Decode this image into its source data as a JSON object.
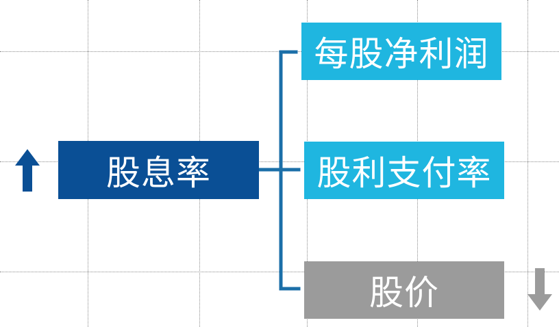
{
  "colors": {
    "root_fill": "#0a4f95",
    "child_fill_primary": "#1fb6e0",
    "child_fill_muted": "#9b9b9b",
    "connector": "#1b6fa8",
    "arrow_up": "#0a4f95",
    "arrow_down": "#9b9b9b"
  },
  "diagram": {
    "root": {
      "label": "股息率",
      "direction_icon": "arrow-up-icon"
    },
    "children": [
      {
        "label": "每股净利润"
      },
      {
        "label": "股利支付率"
      },
      {
        "label": "股价",
        "direction_icon": "arrow-down-icon"
      }
    ]
  }
}
